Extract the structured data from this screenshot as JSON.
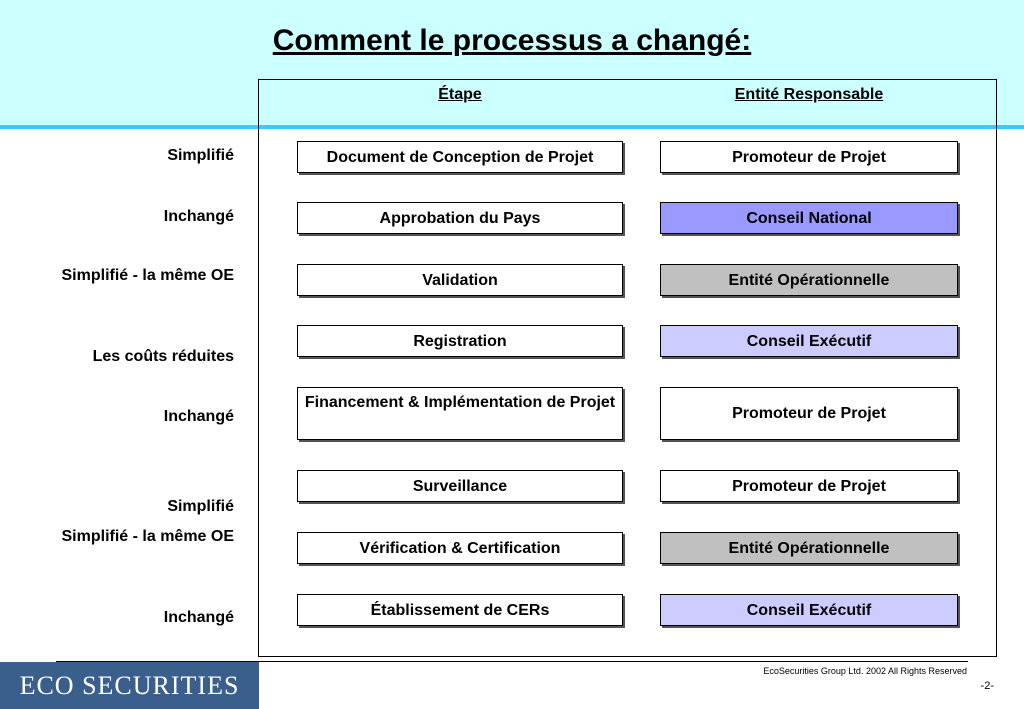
{
  "title": "Comment le processus a changé:",
  "columns": {
    "step": "Étape",
    "entity": "Entité Responsable"
  },
  "colors": {
    "header_band": "#ccffff",
    "header_line": "#33ccff",
    "blue": "#9999ff",
    "gray": "#c0c0c0",
    "light_blue": "#ccccff",
    "white": "#ffffff",
    "logo_bg": "#3a5f8c"
  },
  "labels": [
    "Simplifié",
    "Inchangé",
    "Simplifié - la même OE",
    "Les coûts réduites",
    "Inchangé",
    "Simplifié",
    "Simplifié - la même OE",
    "Inchangé"
  ],
  "rows": [
    {
      "step": "Document de Conception de Projet",
      "entity": "Promoteur de Projet",
      "fill": "white"
    },
    {
      "step": "Approbation du Pays",
      "entity": "Conseil National",
      "fill": "blue"
    },
    {
      "step": "Validation",
      "entity": "Entité Opérationnelle",
      "fill": "gray"
    },
    {
      "step": "Registration",
      "entity": "Conseil Exécutif",
      "fill": "light_blue"
    },
    {
      "step": "Financement & Implémentation de Projet",
      "entity": "Promoteur de Projet",
      "fill": "white"
    },
    {
      "step": "Surveillance",
      "entity": "Promoteur de Projet",
      "fill": "white"
    },
    {
      "step": "Vérification & Certification",
      "entity": "Entité Opérationnelle",
      "fill": "gray"
    },
    {
      "step": "Établissement de CERs",
      "entity": "Conseil Exécutif",
      "fill": "light_blue"
    }
  ],
  "footer": {
    "logo": "ECO SECURITIES",
    "copyright": "EcoSecurities Group Ltd. 2002 All Rights Reserved",
    "page": "-2-"
  }
}
